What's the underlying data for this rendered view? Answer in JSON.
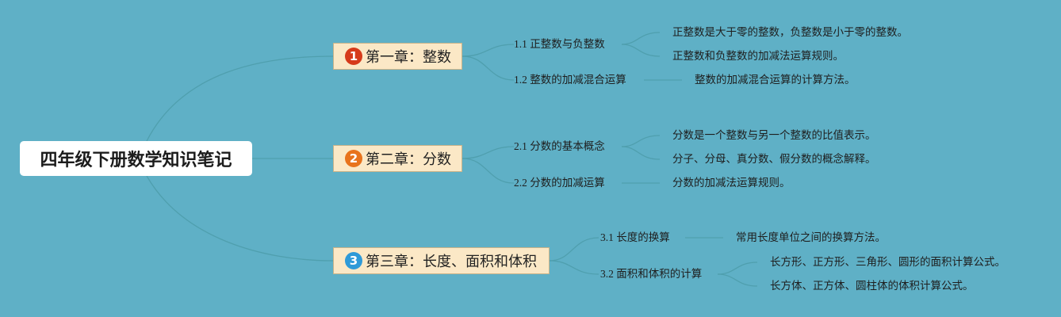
{
  "root": {
    "title": "四年级下册数学知识笔记"
  },
  "chapters": [
    {
      "number": "1",
      "badge_color": "#d63a1a",
      "title": "第一章：整数",
      "sections": [
        {
          "title": "1.1 正整数与负整数",
          "notes": [
            "正整数是大于零的整数，负整数是小于零的整数。",
            "正整数和负整数的加减法运算规则。"
          ]
        },
        {
          "title": "1.2 整数的加减混合运算",
          "notes": [
            "整数的加减混合运算的计算方法。"
          ]
        }
      ]
    },
    {
      "number": "2",
      "badge_color": "#e8731c",
      "title": "第二章：分数",
      "sections": [
        {
          "title": "2.1 分数的基本概念",
          "notes": [
            "分数是一个整数与另一个整数的比值表示。",
            "分子、分母、真分数、假分数的概念解释。"
          ]
        },
        {
          "title": "2.2 分数的加减运算",
          "notes": [
            "分数的加减法运算规则。"
          ]
        }
      ]
    },
    {
      "number": "3",
      "badge_color": "#2f9ad8",
      "title": "第三章：长度、面积和体积",
      "sections": [
        {
          "title": "3.1 长度的换算",
          "notes": [
            "常用长度单位之间的换算方法。"
          ]
        },
        {
          "title": "3.2 面积和体积的计算",
          "notes": [
            "长方形、正方形、三角形、圆形的面积计算公式。",
            "长方体、正方体、圆柱体的体积计算公式。"
          ]
        }
      ]
    }
  ]
}
